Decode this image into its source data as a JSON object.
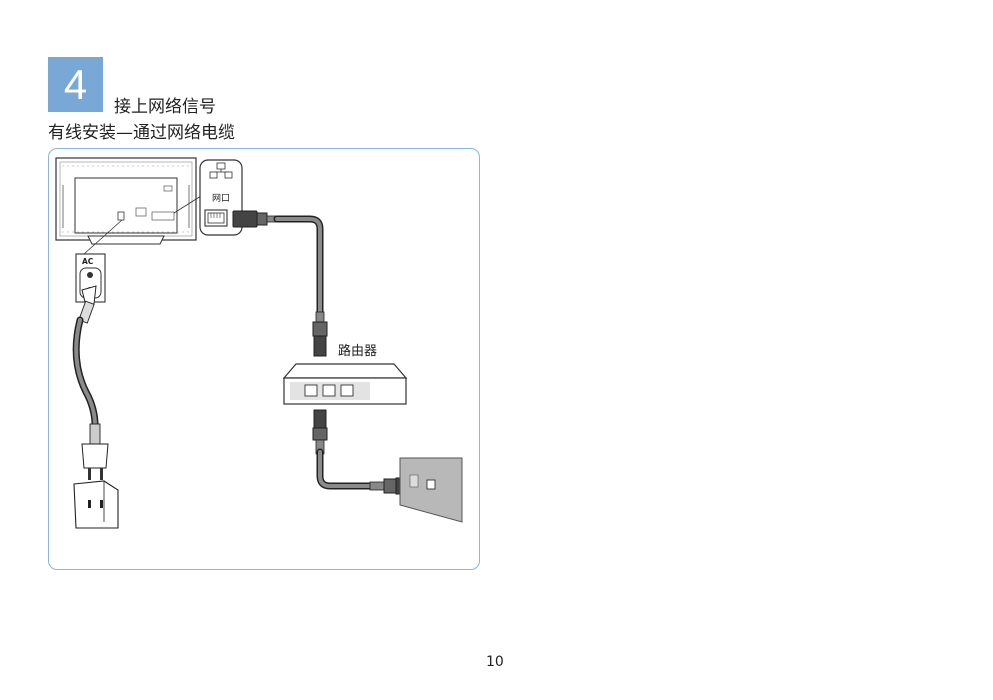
{
  "step": {
    "number": "4",
    "title": "接上网络信号"
  },
  "section_title": "有线安装—通过网络电缆",
  "diagram": {
    "port_label": "网口",
    "router_label": "路由器",
    "ac_label": "AC"
  },
  "colors": {
    "badge": "#79a8d6",
    "frame_border": "#8ab6e0",
    "cable": "#555555",
    "wall": "#b8b8b8"
  },
  "page_number": "10"
}
